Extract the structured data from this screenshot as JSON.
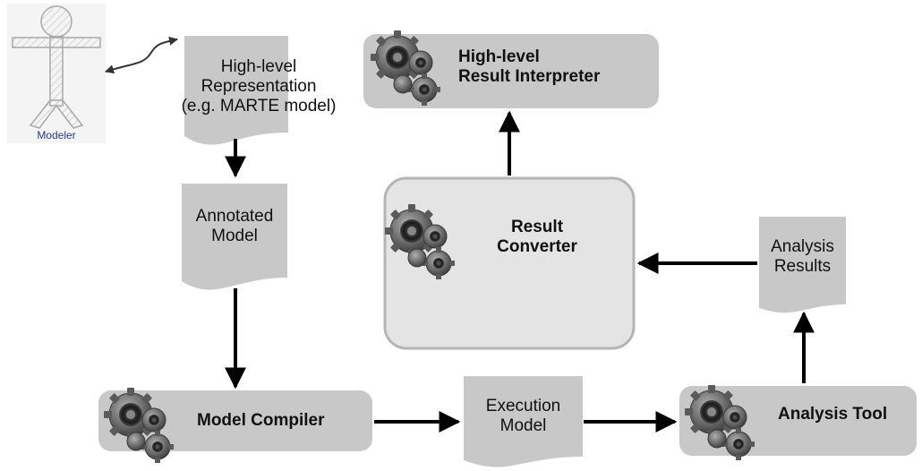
{
  "actor": {
    "label": "Modeler",
    "icon": "person-icon"
  },
  "documents": {
    "high_level": {
      "line1": "High-level",
      "line2": "Representation",
      "line3": "(e.g. MARTE model)"
    },
    "annotated": {
      "line1": "Annotated",
      "line2": "Model"
    },
    "execution": {
      "line1": "Execution",
      "line2": "Model"
    },
    "analysis_results": {
      "line1": "Analysis",
      "line2": "Results"
    }
  },
  "processes": {
    "interpreter": {
      "line1": "High-level",
      "line2": "Result Interpreter",
      "icon": "gears-icon"
    },
    "converter": {
      "line1": "Result",
      "line2": "Converter",
      "icon": "gears-icon"
    },
    "compiler": {
      "label": "Model Compiler",
      "icon": "gears-icon"
    },
    "analysis_tool": {
      "label": "Analysis Tool",
      "icon": "gears-icon"
    }
  },
  "colors": {
    "shape_fill": "#c8c8c8",
    "converter_fill": "#e4e4e4",
    "converter_border": "#b5b5b5",
    "arrow": "#000000",
    "actor_label": "#2a3a8a"
  }
}
